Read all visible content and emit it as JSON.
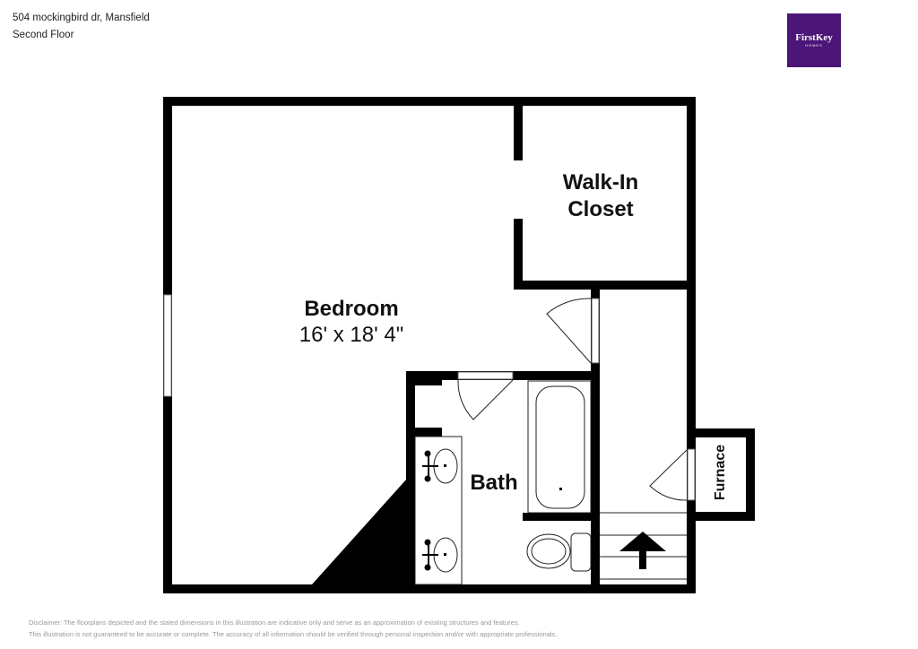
{
  "header": {
    "address": "504 mockingbird dr, Mansfield",
    "floor": "Second Floor"
  },
  "logo": {
    "name": "FirstKey",
    "sub": "HOMES",
    "color": "#4b1677"
  },
  "rooms": {
    "walk_in_closet": {
      "line1": "Walk-In",
      "line2": "Closet"
    },
    "bedroom": {
      "name": "Bedroom",
      "dimensions": "16' x 18' 4\""
    },
    "bath": {
      "name": "Bath"
    },
    "furnace": {
      "name": "Furnace"
    }
  },
  "disclaimer": {
    "line1": "Disclaimer: The floorplans depicted and the stated dimensions in this illustration are indicative only and serve as an approximation of existing structures and features.",
    "line2": "This illustration is not guaranteed to be accurate or complete. The accuracy of all information should be verified through personal inspection and/or with appropriate professionals."
  }
}
